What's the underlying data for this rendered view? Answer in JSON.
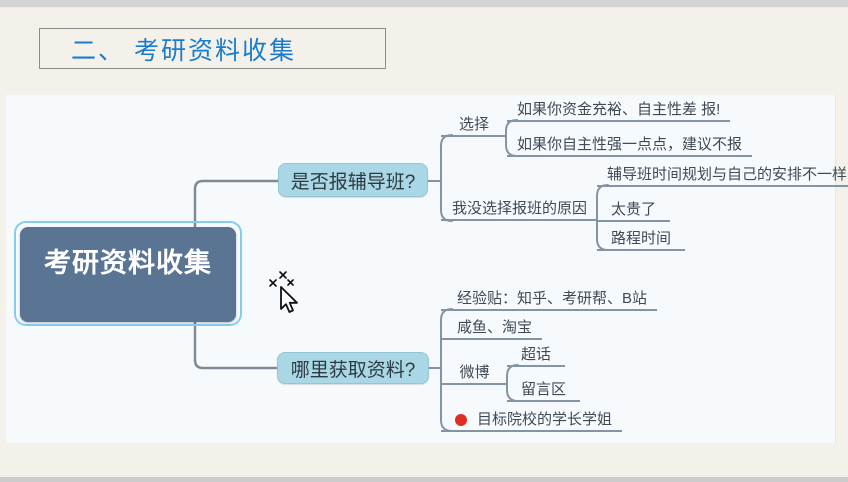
{
  "header": {
    "title": "二、 考研资料收集"
  },
  "mindmap": {
    "root": "考研资料收集",
    "branch_tutoring": {
      "label": "是否报辅导班?",
      "choice_label": "选择",
      "choice_funded": "如果你资金充裕、自主性差 报!",
      "choice_selfdriven": "如果你自主性强一点点，建议不报",
      "reason_label": "我没选择报班的原因",
      "reason_schedule": "辅导班时间规划与自己的安排不一样",
      "reason_expensive": "太贵了",
      "reason_commute": "路程时间"
    },
    "branch_materials": {
      "label": "哪里获取资料?",
      "experience_posts": "经验贴：知乎、考研帮、B站",
      "secondhand": "咸鱼、淘宝",
      "weibo_label": "微博",
      "weibo_supertopic": "超话",
      "weibo_comments": "留言区",
      "seniors": "目标院校的学长学姐"
    }
  },
  "colors": {
    "title_blue": "#1a7ccd",
    "root_fill": "#5a7494",
    "root_selection_ring": "#85cdef",
    "branch_fill": "#a9d7e6",
    "connector": "#8494a4",
    "canvas_bg": "#f7fafd",
    "page_bg": "#f4f1ea",
    "marker_red": "#de2e22"
  }
}
